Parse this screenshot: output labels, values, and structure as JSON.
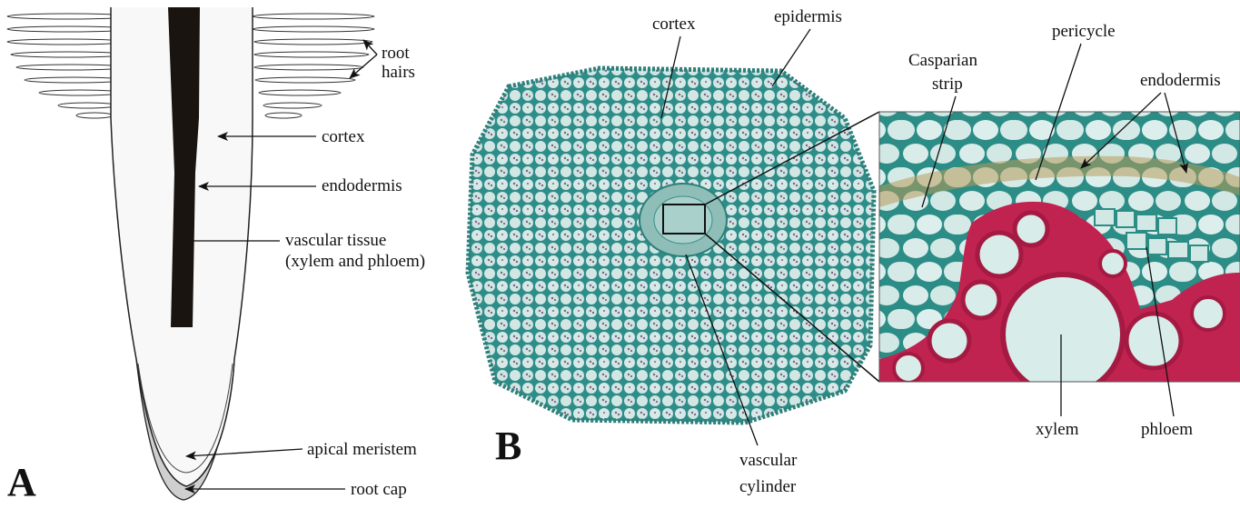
{
  "panel_a": {
    "panel_label": "A",
    "labels": {
      "root_hairs_1": "root",
      "root_hairs_2": "hairs",
      "cortex": "cortex",
      "endodermis": "endodermis",
      "vascular_1": "vascular tissue",
      "vascular_2": "(xylem and phloem)",
      "apical_meristem": "apical meristem",
      "root_cap": "root cap"
    }
  },
  "panel_b": {
    "panel_label": "B",
    "labels": {
      "cortex": "cortex",
      "epidermis": "epidermis",
      "vascular_cylinder_1": "vascular",
      "vascular_cylinder_2": "cylinder"
    }
  },
  "inset": {
    "labels": {
      "casparian_1": "Casparian",
      "casparian_2": "strip",
      "pericycle": "pericycle",
      "endodermis": "endodermis",
      "xylem": "xylem",
      "phloem": "phloem"
    }
  },
  "colors": {
    "stain_teal": "#3d9a94",
    "cell_fill": "#cfe6e3",
    "xylem_red": "#c0234f",
    "vascular_black": "#1a1410",
    "root_cap_grey": "#cfcfcf"
  }
}
